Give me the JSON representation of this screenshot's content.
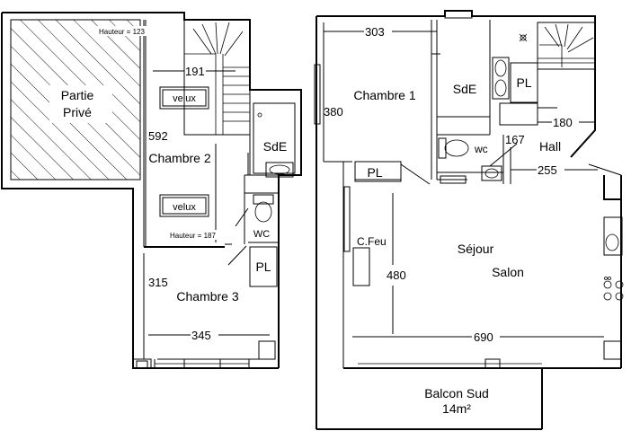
{
  "upper_floor": {
    "private_area": {
      "line1": "Partie",
      "line2": "Privé"
    },
    "height_top": "Hauteur = 123",
    "height_bottom": "Hauteur = 187",
    "dim_191": "191",
    "dim_592": "592",
    "dim_315": "315",
    "dim_345": "345",
    "velux_top": "velux",
    "velux_bottom": "velux",
    "bedroom2": "Chambre 2",
    "bedroom3": "Chambre 3",
    "bathroom": "SdE",
    "wc": "WC",
    "closet": "PL"
  },
  "main_floor": {
    "dim_303": "303",
    "dim_380": "380",
    "dim_180": "180",
    "dim_167": "167",
    "dim_255": "255",
    "dim_480": "480",
    "dim_690": "690",
    "bedroom1": "Chambre 1",
    "bathroom": "SdE",
    "closet_top": "PL",
    "wc": "wc",
    "hall": "Hall",
    "closet_bottom": "PL",
    "fireplace": "C.Feu",
    "living1": "Séjour",
    "living2": "Salon",
    "balcony": {
      "line1": "Balcon Sud",
      "line2": "14m²"
    }
  }
}
